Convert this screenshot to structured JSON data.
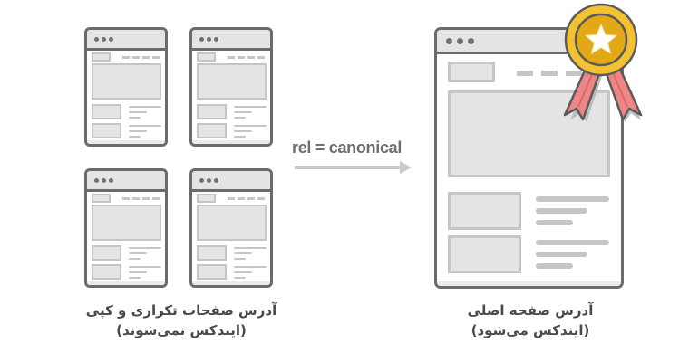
{
  "diagram": {
    "arrow_label": "rel = canonical",
    "duplicate_pages": {
      "count": 4,
      "caption_line1": "آدرس صفحات تکراری و کپی",
      "caption_line2": "(ایندکس نمی‌شوند)"
    },
    "canonical_page": {
      "caption_line1": "آدرس صفحه اصلی",
      "caption_line2": "(ایندکس می‌شود)",
      "badge_icon": "award-medal-star-icon"
    }
  },
  "colors": {
    "window_border": "#6b6b6b",
    "titlebar": "#e4e4e4",
    "placeholder_fill": "#e4e4e4",
    "placeholder_stroke": "#c6c6c6",
    "arrow": "#c9c9c9",
    "label_text": "#6e6e6e",
    "caption_text": "#4a4a4a",
    "medal_gold_outer": "#f2c230",
    "medal_gold_inner": "#e2a816",
    "ribbon": "#f08585"
  }
}
